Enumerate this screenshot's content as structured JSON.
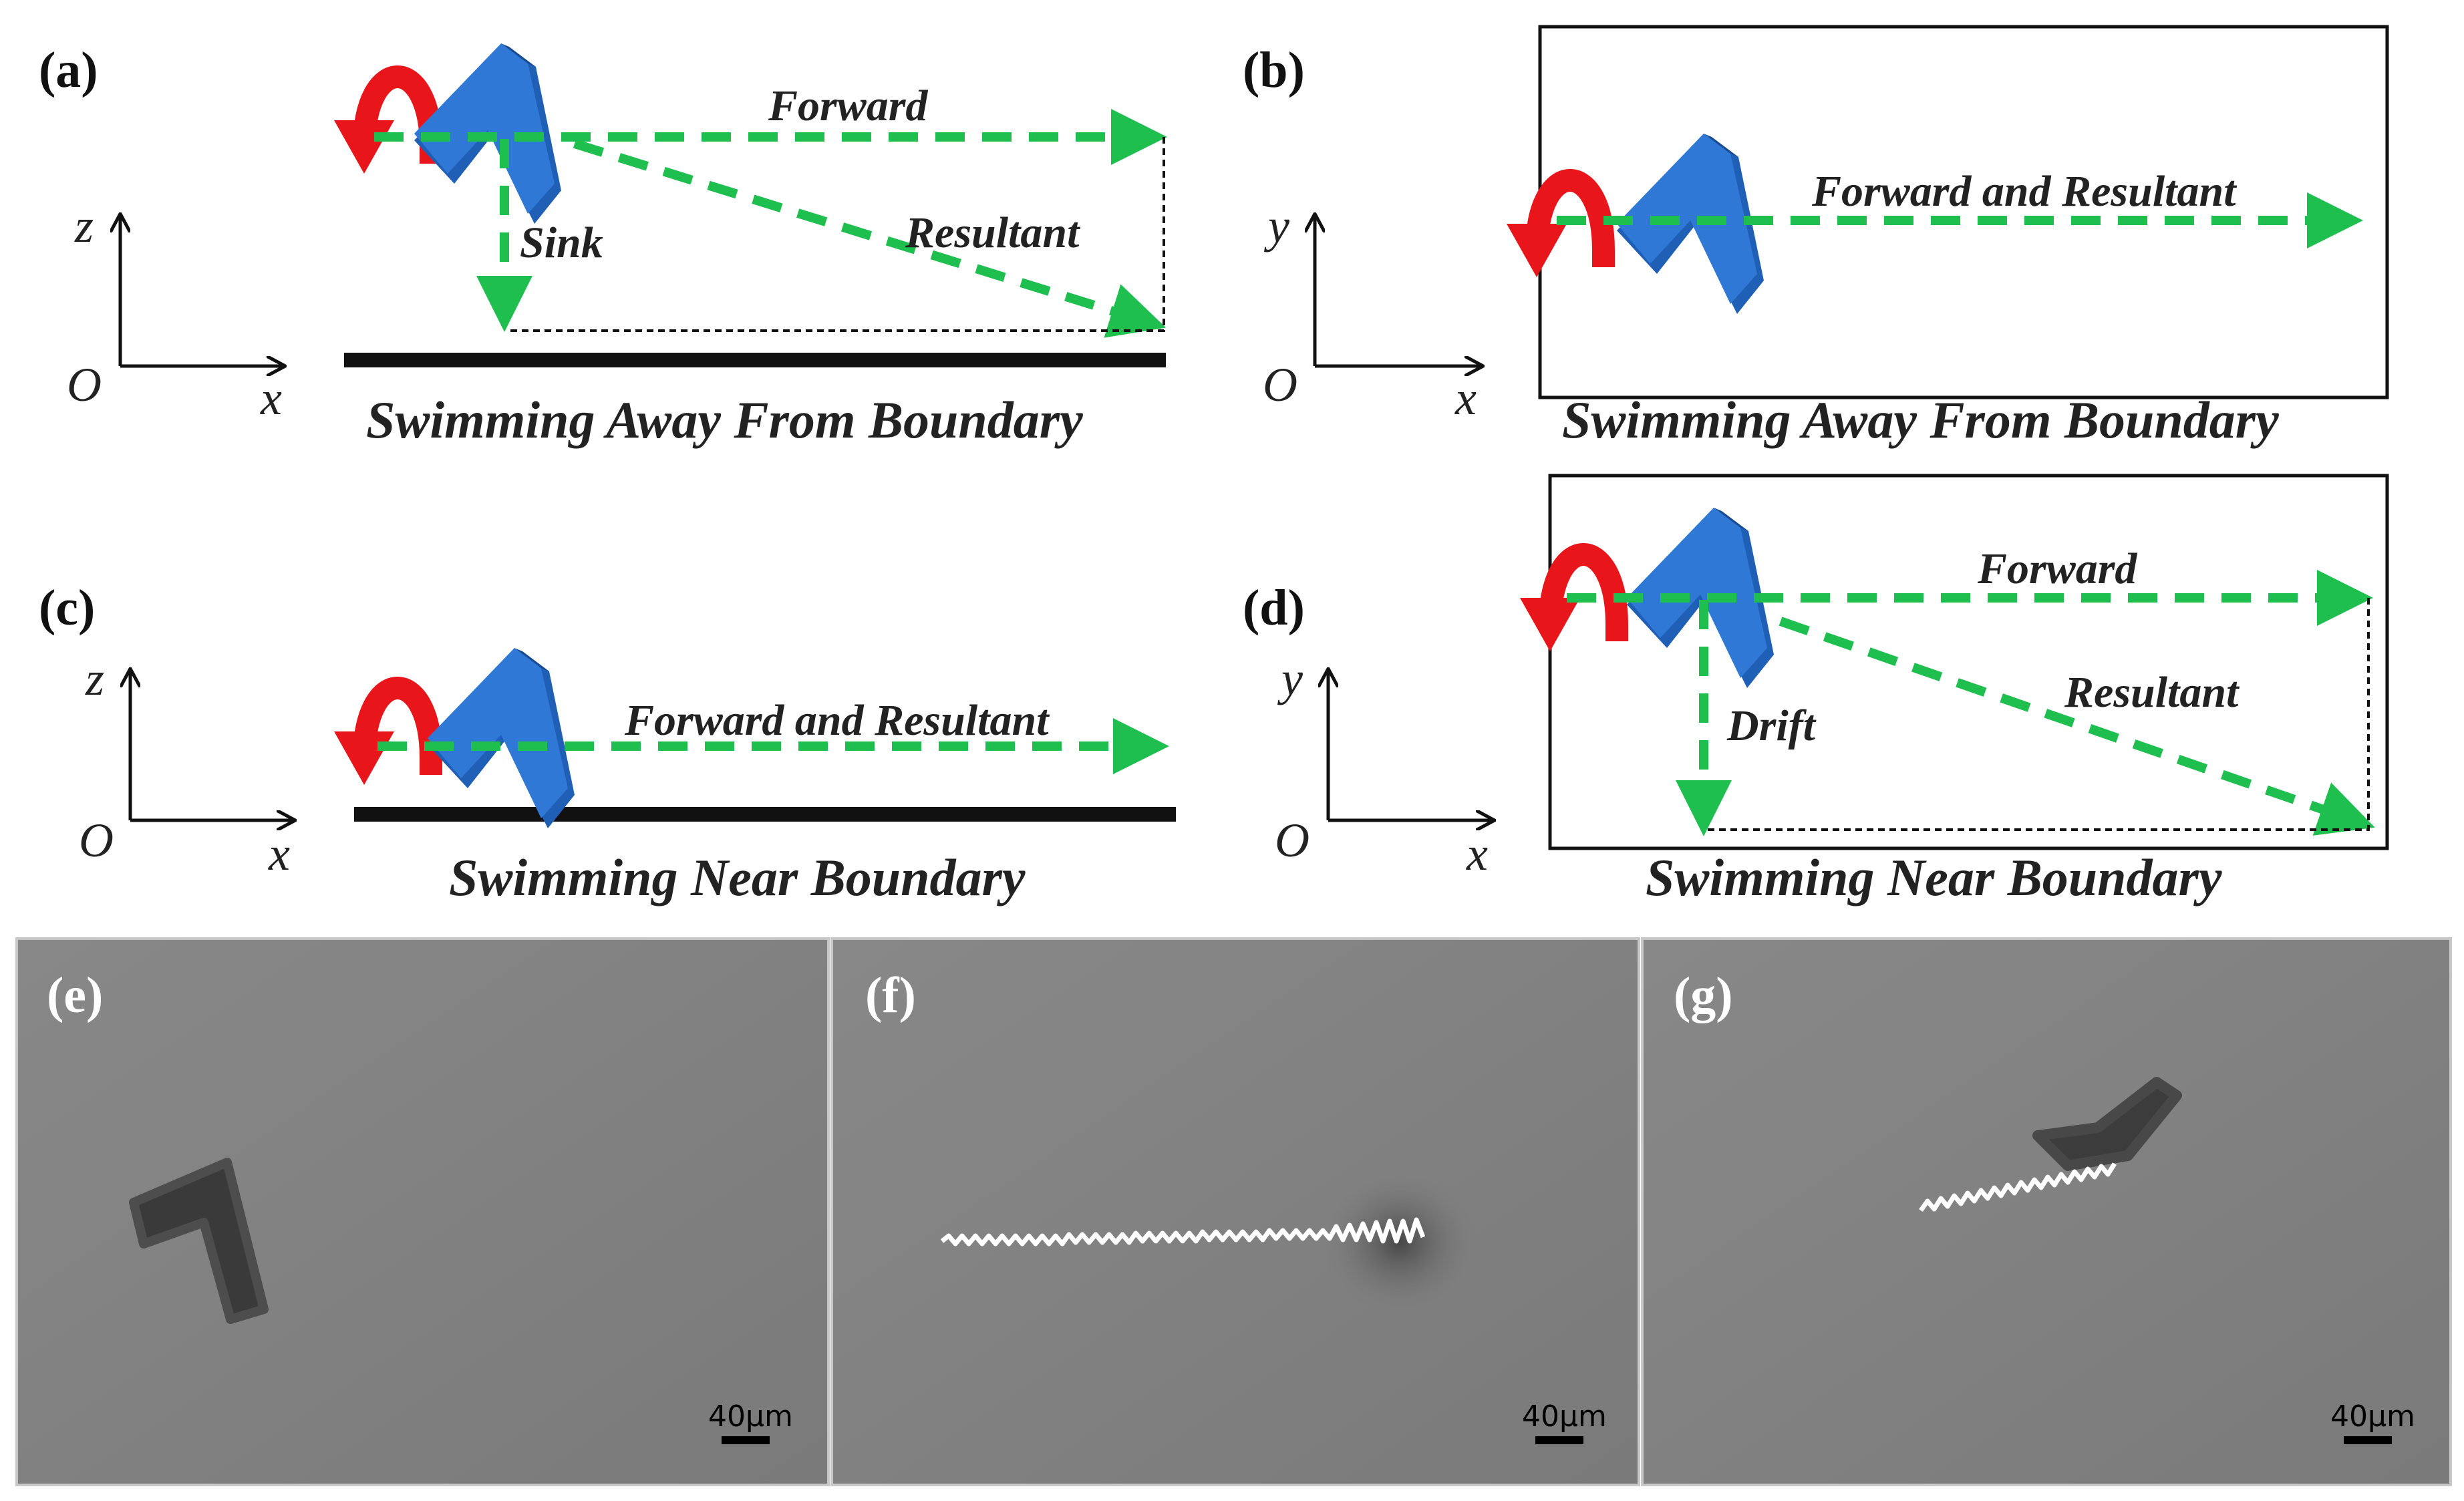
{
  "panels": {
    "a": {
      "label": "(a)",
      "axis_v": "z",
      "axis_h": "x",
      "origin": "O",
      "forward": "Forward",
      "resultant": "Resultant",
      "sink": "Sink",
      "caption": "Swimming Away From Boundary"
    },
    "b": {
      "label": "(b)",
      "axis_v": "y",
      "axis_h": "x",
      "origin": "O",
      "arrow": "Forward and Resultant",
      "caption": "Swimming Away From Boundary"
    },
    "c": {
      "label": "(c)",
      "axis_v": "z",
      "axis_h": "x",
      "origin": "O",
      "arrow": "Forward and Resultant",
      "caption": "Swimming Near Boundary"
    },
    "d": {
      "label": "(d)",
      "axis_v": "y",
      "axis_h": "x",
      "origin": "O",
      "forward": "Forward",
      "resultant": "Resultant",
      "drift": "Drift",
      "caption": "Swimming Near Boundary"
    },
    "e": {
      "label": "(e)",
      "scale": "40μm"
    },
    "f": {
      "label": "(f)",
      "scale": "40μm"
    },
    "g": {
      "label": "(g)",
      "scale": "40μm"
    }
  },
  "colors": {
    "arrow_green": "#1fbf4f",
    "rotation_red": "#e8161b",
    "swimmer_blue": "#2f78d6",
    "photo_gray": "#7f7f7f"
  }
}
